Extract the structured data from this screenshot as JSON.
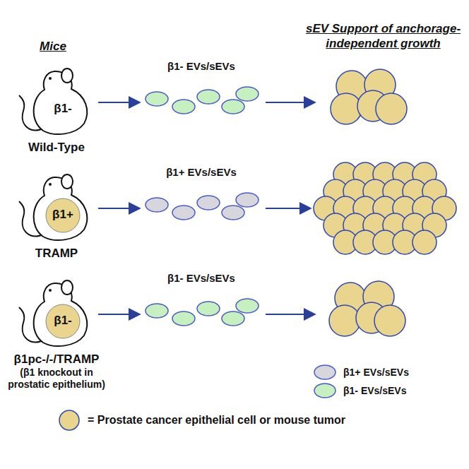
{
  "diagram": {
    "nodes": [
      {
        "text": [
          "β1-",
          "Wild-Type"
        ]
      },
      {
        "text": [
          "β1- EVs/sEVs"
        ]
      },
      {
        "text": [
          "β1+",
          "TRAMP"
        ]
      },
      {
        "text": [
          "β1+ EVs/sEVs"
        ]
      },
      {
        "text": [
          "β1-",
          "β1pc-/-/TRAMP",
          "(β1 knockout in prostatic epithelium)"
        ]
      },
      {
        "text": [
          "β1- EVs/sEVs"
        ]
      }
    ],
    "edges": [
      {
        "from": 0,
        "to": 1,
        "arrow": "to"
      },
      {
        "from": 2,
        "to": 3,
        "arrow": "to"
      },
      {
        "from": 4,
        "to": 5,
        "arrow": "to"
      }
    ],
    "labels": [
      "Mice",
      "sEV Support of anchorage-independent growth"
    ],
    "legend": [
      {
        "text": "β1+ EVs/sEVs",
        "color": "#d6d6dc"
      },
      {
        "text": "β1- EVs/sEVs",
        "color": "#c6f0bf"
      },
      {
        "text": "= Prostate cancer epithelial cell or mouse tumor",
        "color": "#e9d58d"
      }
    ]
  }
}
